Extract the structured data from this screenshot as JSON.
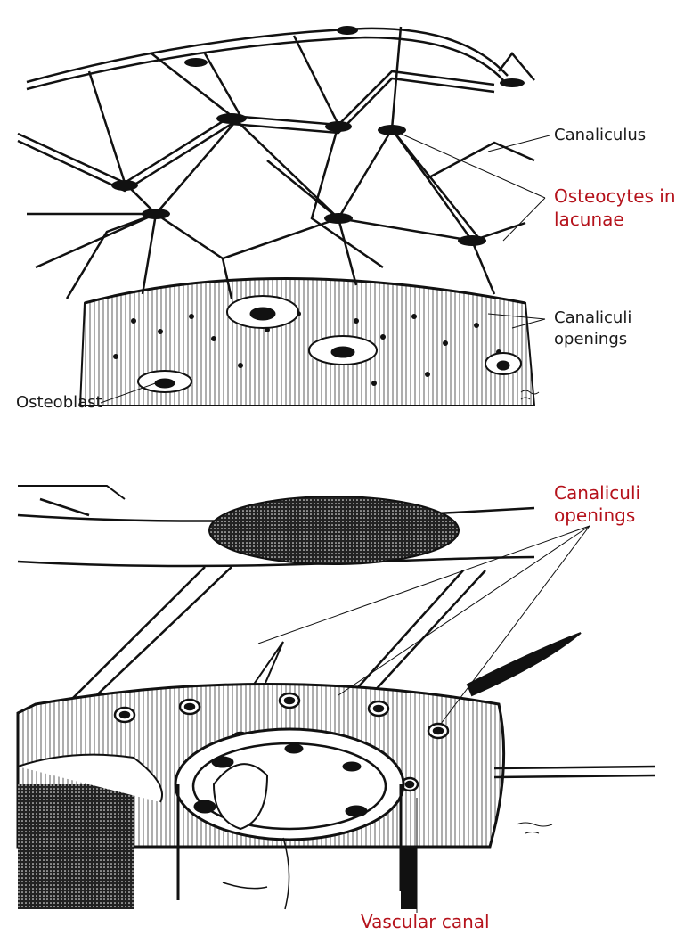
{
  "top_panel": {
    "labels": {
      "canaliculus": "Canaliculus",
      "osteocytes_line1": "Osteocytes in",
      "osteocytes_line2": "lacunae",
      "canaliculi_openings_line1": "Canaliculi",
      "canaliculi_openings_line2": "openings",
      "osteoblast": "Osteoblast"
    }
  },
  "bottom_panel": {
    "labels": {
      "canaliculi_openings_line1": "Canaliculi",
      "canaliculi_openings_line2": "openings",
      "vascular_canal": "Vascular canal"
    }
  },
  "colors": {
    "label_black": "#1a1a1a",
    "label_red": "#b5121b",
    "ink": "#111111"
  }
}
